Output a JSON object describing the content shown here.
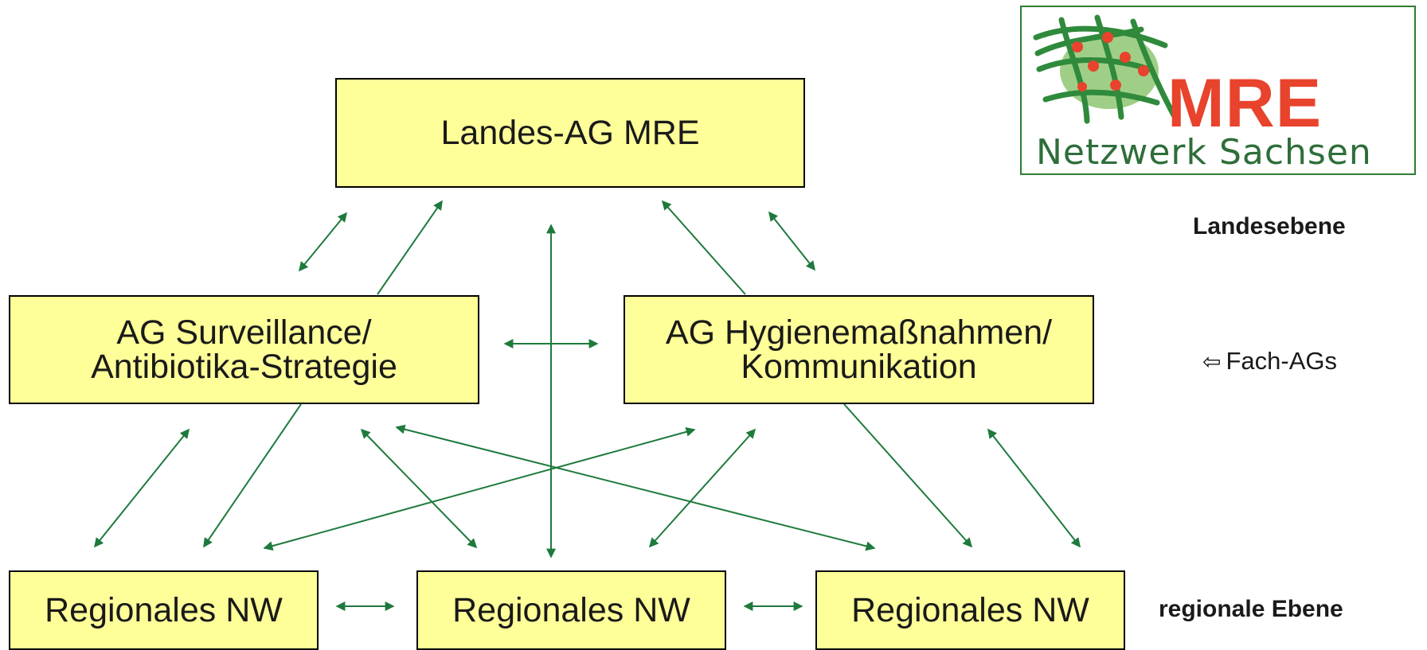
{
  "colors": {
    "box_fill": "#ffff99",
    "box_border": "#000000",
    "arrow": "#1e7a3c",
    "logo_accent": "#e8432c",
    "logo_green": "#2e6e3a"
  },
  "boxes": {
    "landes": {
      "lines": [
        "Landes-AG MRE"
      ]
    },
    "surveillance": {
      "lines": [
        "AG Surveillance/",
        "Antibiotika-Strategie"
      ]
    },
    "hygiene": {
      "lines": [
        "AG Hygienemaßnahmen/",
        "Kommunikation"
      ]
    },
    "regional_1": {
      "lines": [
        "Regionales NW"
      ]
    },
    "regional_2": {
      "lines": [
        "Regionales NW"
      ]
    },
    "regional_3": {
      "lines": [
        "Regionales NW"
      ]
    }
  },
  "side_labels": {
    "landesebene": "Landesebene",
    "fach_ags": "Fach-AGs",
    "fach_ags_icon": "left-outline-arrow-icon",
    "regionale_ebene": "regionale Ebene"
  },
  "logo": {
    "title": "MRE",
    "subtitle": "Netzwerk Sachsen",
    "icon": "network-globe-icon"
  },
  "connectors": [
    {
      "id": "landes-surv-bidir",
      "from": "Landes-AG MRE",
      "to": "AG Surveillance/ Antibiotika-Strategie",
      "type": "bidirectional"
    },
    {
      "id": "surv-landes-single",
      "from": "AG Surveillance/ Antibiotika-Strategie",
      "to": "Landes-AG MRE",
      "type": "single"
    },
    {
      "id": "landes-hyg-single",
      "from": "AG Hygienemaßnahmen/ Kommunikation",
      "to": "Landes-AG MRE",
      "type": "single"
    },
    {
      "id": "landes-hyg-bidir",
      "from": "Landes-AG MRE",
      "to": "AG Hygienemaßnahmen/ Kommunikation",
      "type": "bidirectional"
    },
    {
      "id": "landes-reg2-vertical",
      "from": "Landes-AG MRE",
      "to": "Regionales NW",
      "type": "bidirectional"
    },
    {
      "id": "surv-hyg-bidir",
      "from": "AG Surveillance/ Antibiotika-Strategie",
      "to": "AG Hygienemaßnahmen/ Kommunikation",
      "type": "bidirectional"
    },
    {
      "id": "surv-reg1-bidir",
      "from": "AG Surveillance/ Antibiotika-Strategie",
      "to": "Regionales NW",
      "type": "bidirectional"
    },
    {
      "id": "surv-reg1-single",
      "from": "AG Surveillance/ Antibiotika-Strategie",
      "to": "Regionales NW",
      "type": "single"
    },
    {
      "id": "surv-reg2-bidir",
      "from": "AG Surveillance/ Antibiotika-Strategie",
      "to": "Regionales NW",
      "type": "bidirectional"
    },
    {
      "id": "surv-reg3-bidir",
      "from": "AG Surveillance/ Antibiotika-Strategie",
      "to": "Regionales NW",
      "type": "bidirectional"
    },
    {
      "id": "hyg-reg1-bidir",
      "from": "AG Hygienemaßnahmen/ Kommunikation",
      "to": "Regionales NW",
      "type": "bidirectional"
    },
    {
      "id": "hyg-reg2-bidir",
      "from": "AG Hygienemaßnahmen/ Kommunikation",
      "to": "Regionales NW",
      "type": "bidirectional"
    },
    {
      "id": "hyg-reg3-single",
      "from": "AG Hygienemaßnahmen/ Kommunikation",
      "to": "Regionales NW",
      "type": "single"
    },
    {
      "id": "hyg-reg3-bidir",
      "from": "AG Hygienemaßnahmen/ Kommunikation",
      "to": "Regionales NW",
      "type": "bidirectional"
    },
    {
      "id": "reg1-reg2-bidir",
      "from": "Regionales NW",
      "to": "Regionales NW",
      "type": "bidirectional"
    },
    {
      "id": "reg2-reg3-bidir",
      "from": "Regionales NW",
      "to": "Regionales NW",
      "type": "bidirectional"
    }
  ]
}
